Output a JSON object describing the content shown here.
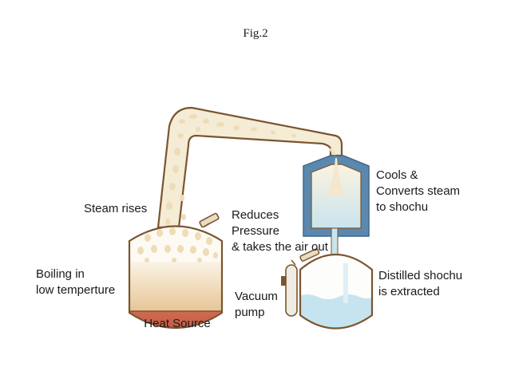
{
  "title": "Fig.2",
  "labels": {
    "steam_rises": "Steam rises",
    "reduces": [
      "Reduces",
      "Pressure",
      "& takes the air out"
    ],
    "cools": [
      "Cools &",
      "Converts steam",
      "to shochu"
    ],
    "boiling": [
      "Boiling in",
      "low temperture"
    ],
    "vacuum_pump": [
      "Vacuum",
      "pump"
    ],
    "distilled": [
      "Distilled shochu",
      "is extracted"
    ],
    "heat_source": "Heat Source"
  },
  "colors": {
    "outline": "#7a5530",
    "steam": "#f3ead4",
    "bubble": "#f0e0c0",
    "liquid_top": "#fbf3e6",
    "liquid_bottom": "#e8c89a",
    "heat": "#c8553f",
    "condenser_frame": "#4f7fa8",
    "shochu": "#c6e4ef",
    "pump": "#e8e6dc",
    "valve": "#8a6a3a"
  }
}
